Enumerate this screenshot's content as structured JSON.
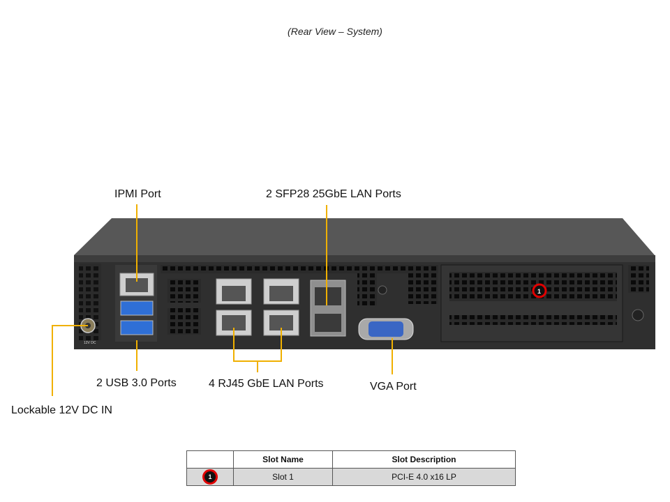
{
  "caption": "(Rear View – System)",
  "callouts": {
    "ipmi": "IPMI Port",
    "sfp": "2 SFP28 25GbE LAN Ports",
    "usb": "2 USB 3.0 Ports",
    "rj45": "4 RJ45 GbE LAN Ports",
    "vga": "VGA Port",
    "dc": "Lockable 12V DC IN"
  },
  "chassis": {
    "dc_label": "12V DC",
    "slot_marker": "1"
  },
  "colors": {
    "callout_line": "#f0b000",
    "chassis_top": "#5a5a5a",
    "chassis_face": "#2c2c2c",
    "usb_blue": "#2f6fd6",
    "vga_blue": "#3a66c4",
    "marker_ring": "#e00000"
  },
  "slot_table": {
    "headers": [
      "",
      "Slot Name",
      "Slot Description"
    ],
    "rows": [
      {
        "marker": "1",
        "name": "Slot 1",
        "description": "PCI-E 4.0 x16 LP"
      }
    ]
  }
}
